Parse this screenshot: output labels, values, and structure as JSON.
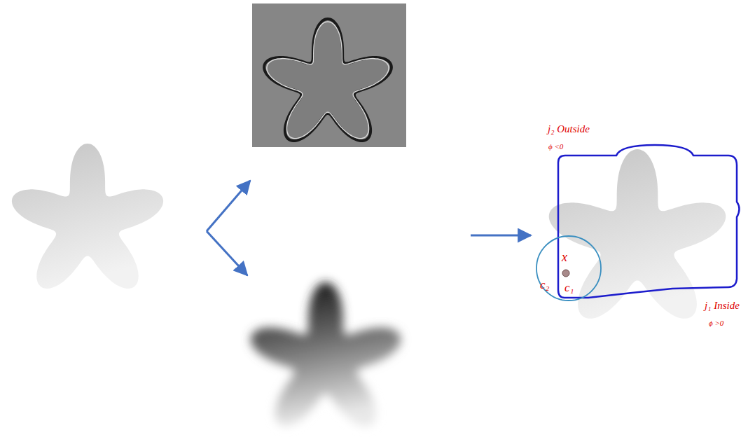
{
  "diagram": {
    "labels": [
      "j₂ Outside",
      "ϕ <0",
      "x",
      "c₂",
      "c₁",
      "j₁ Inside",
      "ϕ >0"
    ]
  }
}
